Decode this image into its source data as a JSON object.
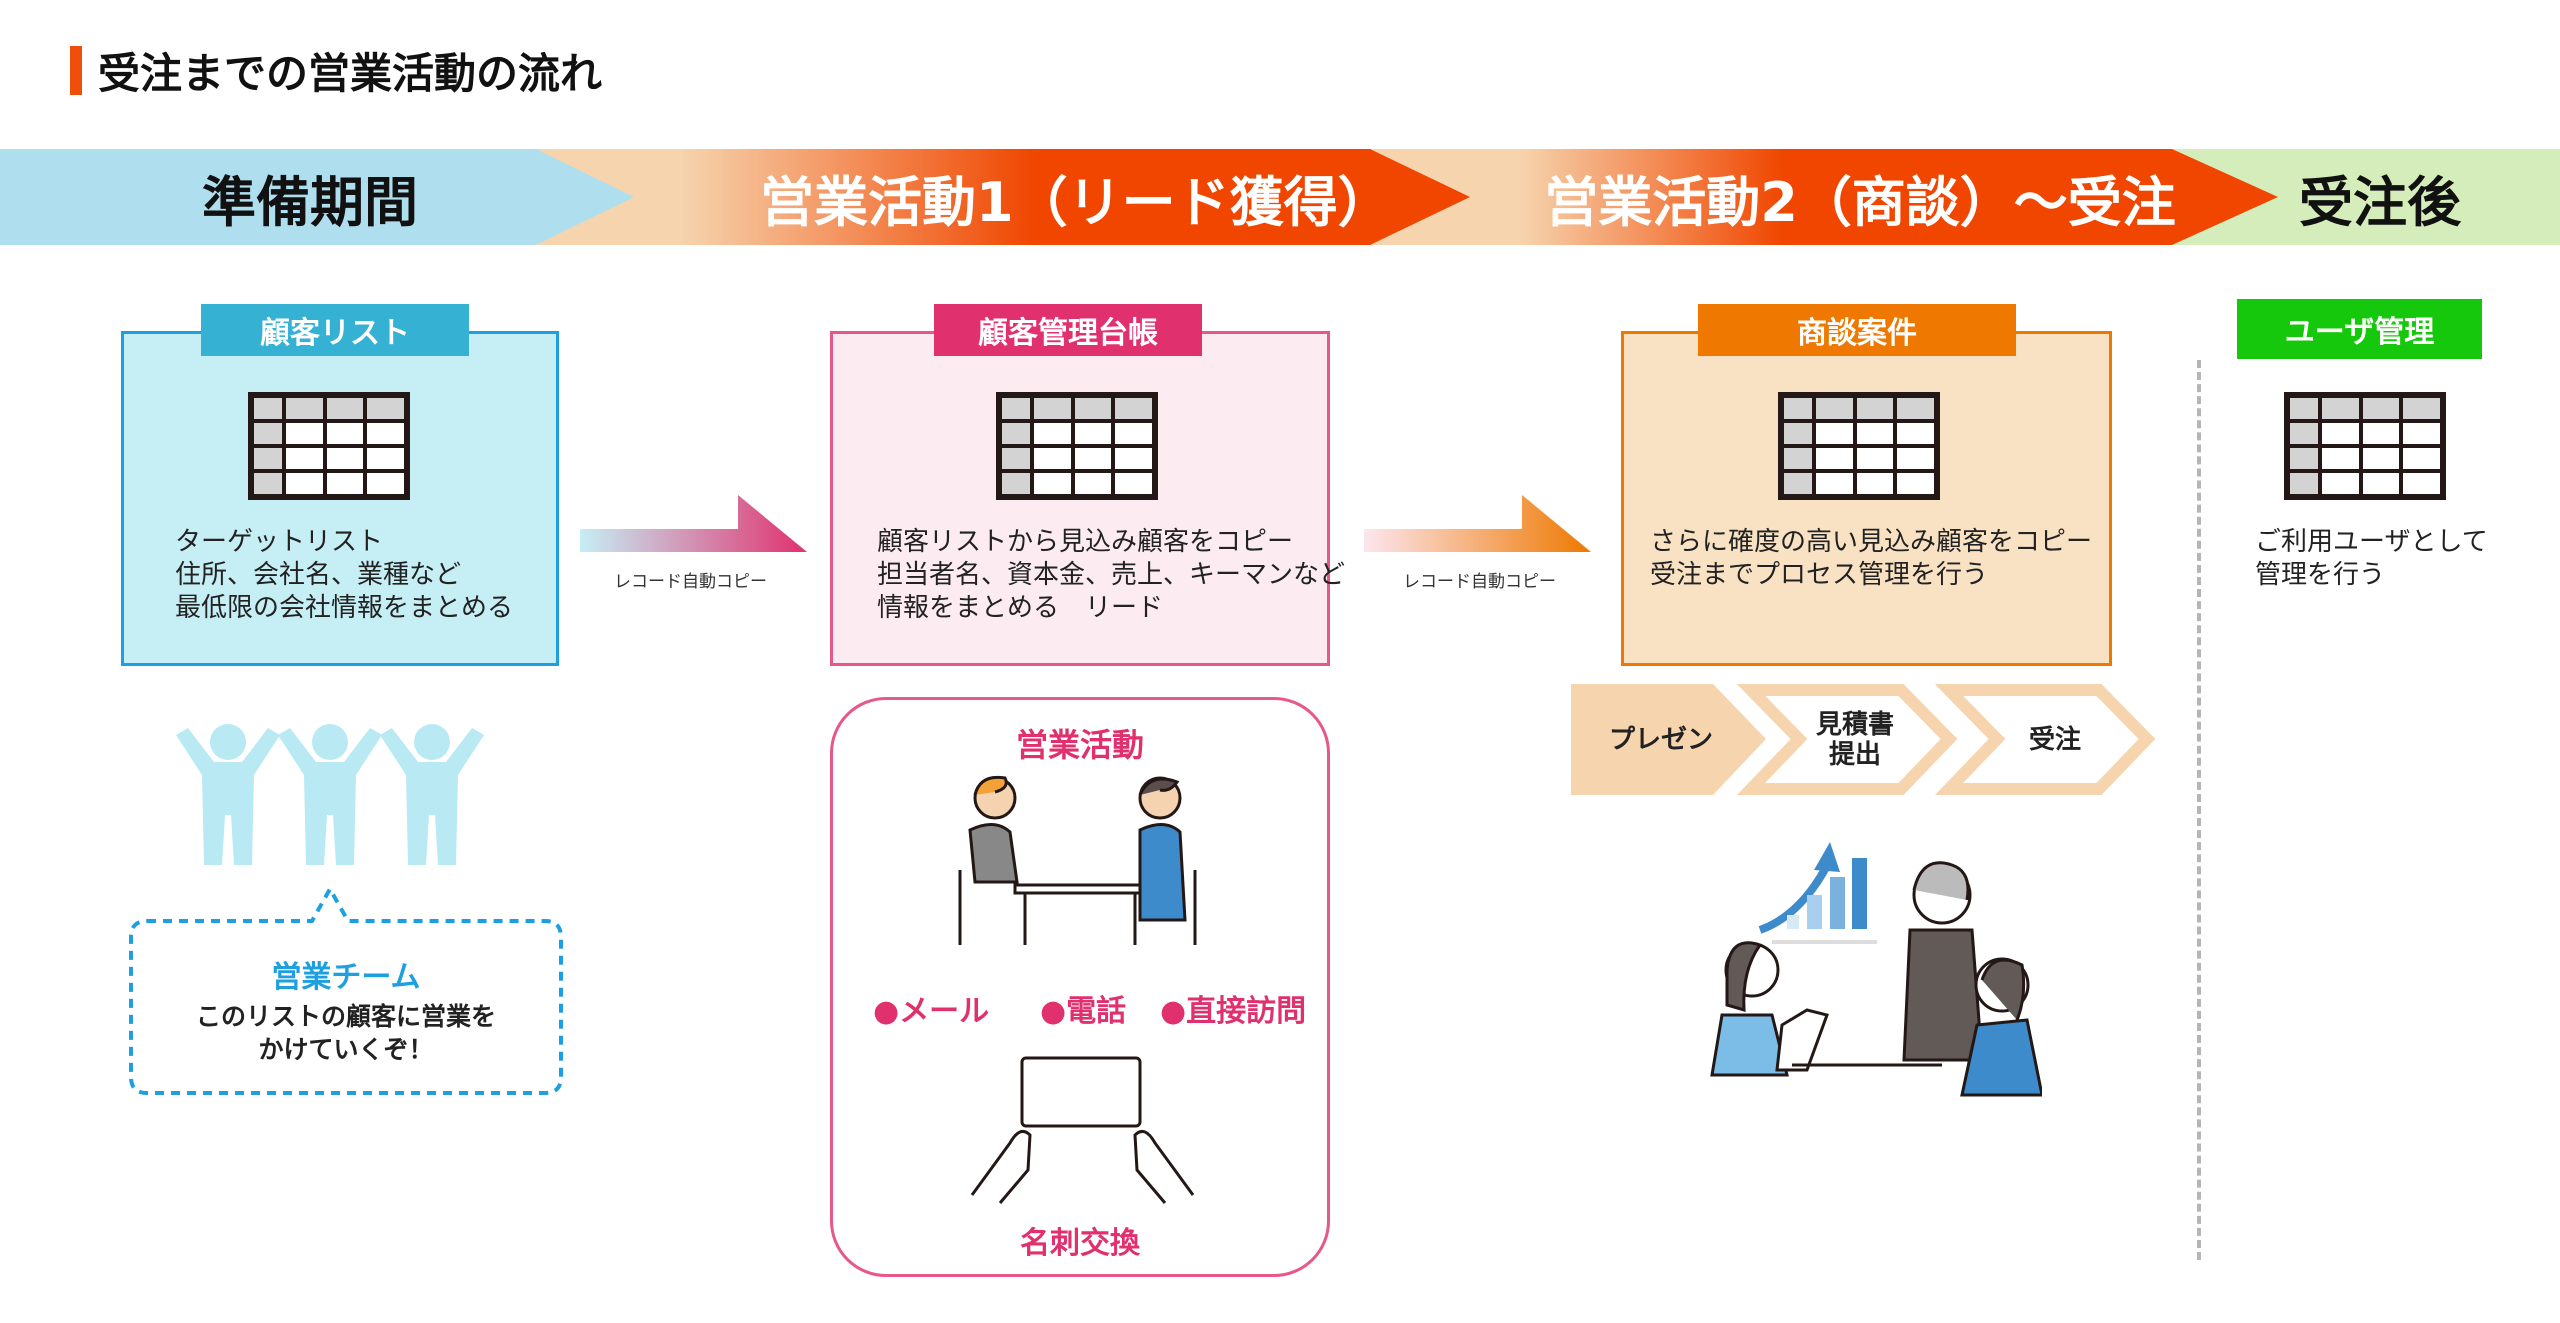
{
  "title": "受注までの営業活動の流れ",
  "phases": [
    "準備期間",
    "営業活動1（リード獲得）",
    "営業活動2（商談）〜受注",
    "受注後"
  ],
  "columns": [
    {
      "tag": "顧客リスト",
      "desc": "ターゲットリスト\n住所、会社名、業種など\n最低限の会社情報をまとめる"
    },
    {
      "tag": "顧客管理台帳",
      "desc": "顧客リストから見込み顧客をコピー\n担当者名、資本金、売上、キーマンなど\n情報をまとめる　リード"
    },
    {
      "tag": "商談案件",
      "desc": "さらに確度の高い見込み顧客をコピー\n受注までプロセス管理を行う"
    },
    {
      "tag": "ユーザ管理",
      "desc": "ご利用ユーザとして\n管理を行う"
    }
  ],
  "copy_label": "レコード自動コピー",
  "team": {
    "title": "営業チーム",
    "message": "このリストの顧客に営業を\nかけていくぞ！"
  },
  "sales": {
    "title": "営業活動",
    "methods": [
      "●メール",
      "●電話",
      "●直接訪問"
    ],
    "card_exchange": "名刺交換"
  },
  "steps": [
    "プレゼン",
    "見積書\n提出",
    "受注"
  ],
  "colors": {
    "blue": "#35b1d3",
    "pink": "#e0316e",
    "orange": "#ee7800",
    "green": "#16c80b",
    "banner_red": "#f04600"
  }
}
